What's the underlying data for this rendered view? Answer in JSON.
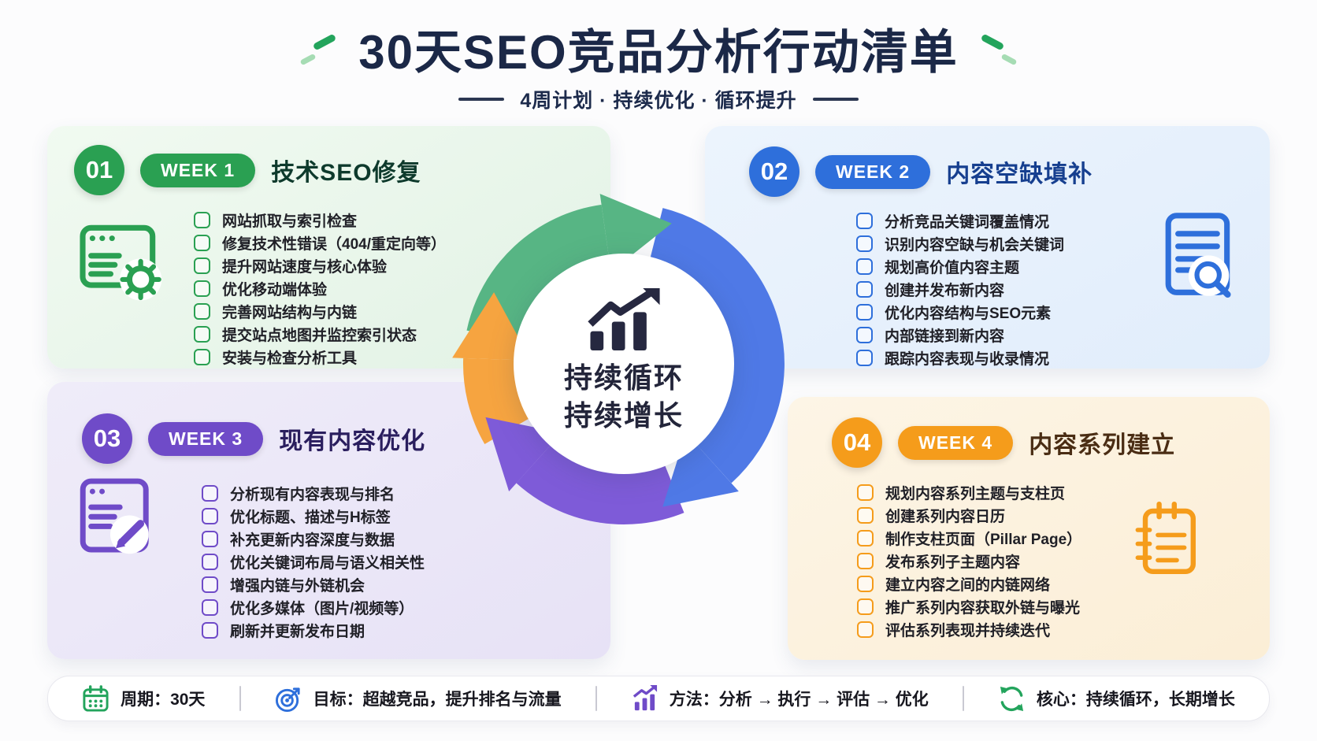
{
  "title": "30天SEO竞品分析行动清单",
  "subtitle": "4周计划 · 持续优化 · 循环提升",
  "center": {
    "line1": "持续循环",
    "line2": "持续增长"
  },
  "weeks": [
    {
      "num": "01",
      "badge": "WEEK 1",
      "title": "技术SEO修复",
      "color": "#2aa052",
      "items": [
        "网站抓取与索引检查",
        "修复技术性错误（404/重定向等）",
        "提升网站速度与核心体验",
        "优化移动端体验",
        "完善网站结构与内链",
        "提交站点地图并监控索引状态",
        "安装与检查分析工具"
      ]
    },
    {
      "num": "02",
      "badge": "WEEK 2",
      "title": "内容空缺填补",
      "color": "#2e6fdb",
      "items": [
        "分析竞品关键词覆盖情况",
        "识别内容空缺与机会关键词",
        "规划高价值内容主题",
        "创建并发布新内容",
        "优化内容结构与SEO元素",
        "内部链接到新内容",
        "跟踪内容表现与收录情况"
      ]
    },
    {
      "num": "03",
      "badge": "WEEK 3",
      "title": "现有内容优化",
      "color": "#6f4bc8",
      "items": [
        "分析现有内容表现与排名",
        "优化标题、描述与H标签",
        "补充更新内容深度与数据",
        "优化关键词布局与语义相关性",
        "增强内链与外链机会",
        "优化多媒体（图片/视频等）",
        "刷新并更新发布日期"
      ]
    },
    {
      "num": "04",
      "badge": "WEEK 4",
      "title": "内容系列建立",
      "color": "#f59c1b",
      "items": [
        "规划内容系列主题与支柱页",
        "创建系列内容日历",
        "制作支柱页面（Pillar Page）",
        "发布系列子主题内容",
        "建立内容之间的内链网络",
        "推广系列内容获取外链与曝光",
        "评估系列表现并持续迭代"
      ]
    }
  ],
  "footer": {
    "items": [
      {
        "icon": "calendar-icon",
        "label": "周期：30天"
      },
      {
        "icon": "target-icon",
        "label": "目标：超越竞品，提升排名与流量"
      },
      {
        "icon": "bar-chart-icon",
        "label": "方法：分析 → 执行 → 评估 → 优化"
      },
      {
        "icon": "refresh-icon",
        "label": "核心：持续循环，长期增长"
      }
    ]
  },
  "colors": {
    "title_text": "#1b2847",
    "ring_green": "#57b584",
    "ring_blue": "#4f79e6",
    "ring_purple": "#7e5bd8",
    "ring_orange": "#f6a440",
    "center_text": "#23253a"
  }
}
